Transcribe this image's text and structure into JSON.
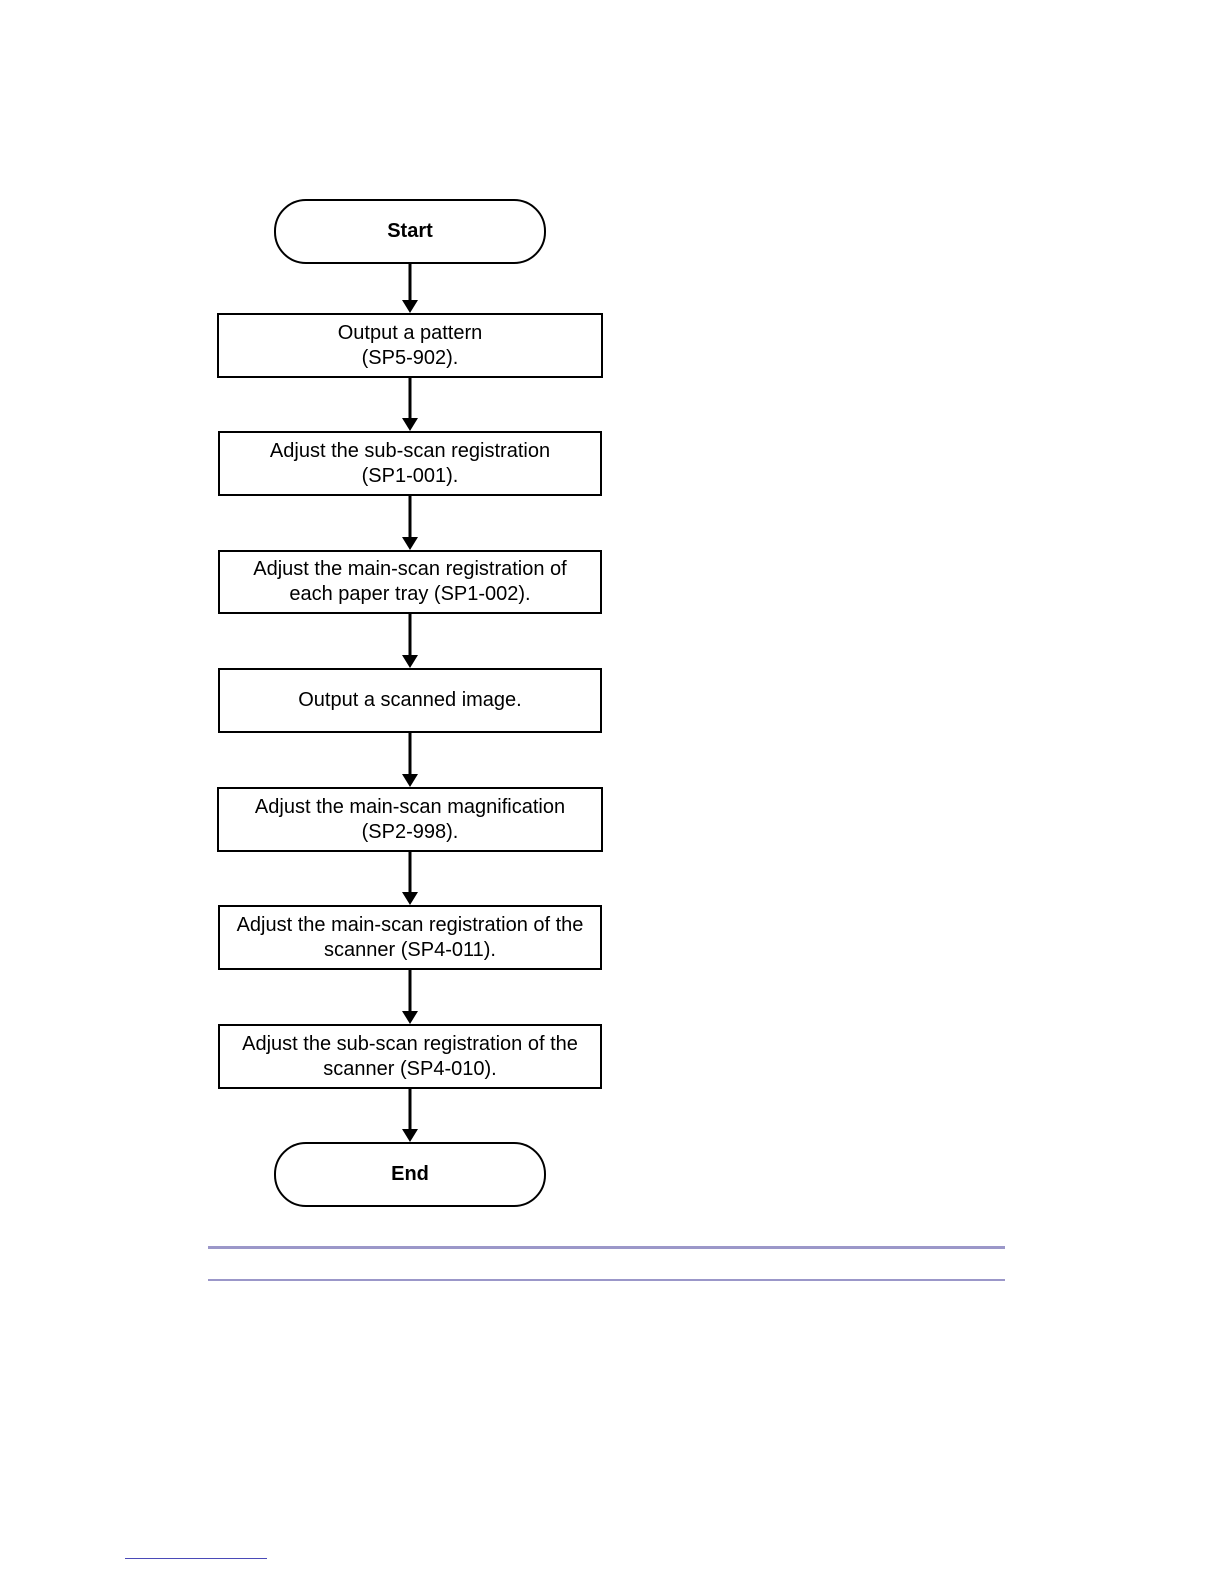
{
  "flowchart": {
    "start_label": "Start",
    "end_label": "End",
    "steps": [
      {
        "line1": "Output a pattern",
        "line2": "(SP5-902)."
      },
      {
        "line1": "Adjust the sub-scan registration",
        "line2": "(SP1-001)."
      },
      {
        "line1": "Adjust the main-scan registration of",
        "line2": "each paper tray (SP1-002)."
      },
      {
        "line1": "Output a scanned image.",
        "line2": ""
      },
      {
        "line1": "Adjust the main-scan magnification",
        "line2": "(SP2-998)."
      },
      {
        "line1": "Adjust the main-scan registration of the",
        "line2": "scanner (SP4-011)."
      },
      {
        "line1": "Adjust the sub-scan registration of the",
        "line2": "scanner (SP4-010)."
      }
    ]
  },
  "colors": {
    "stroke": "#000000",
    "rule": "#9b97c9",
    "link": "#4a4ab8"
  }
}
